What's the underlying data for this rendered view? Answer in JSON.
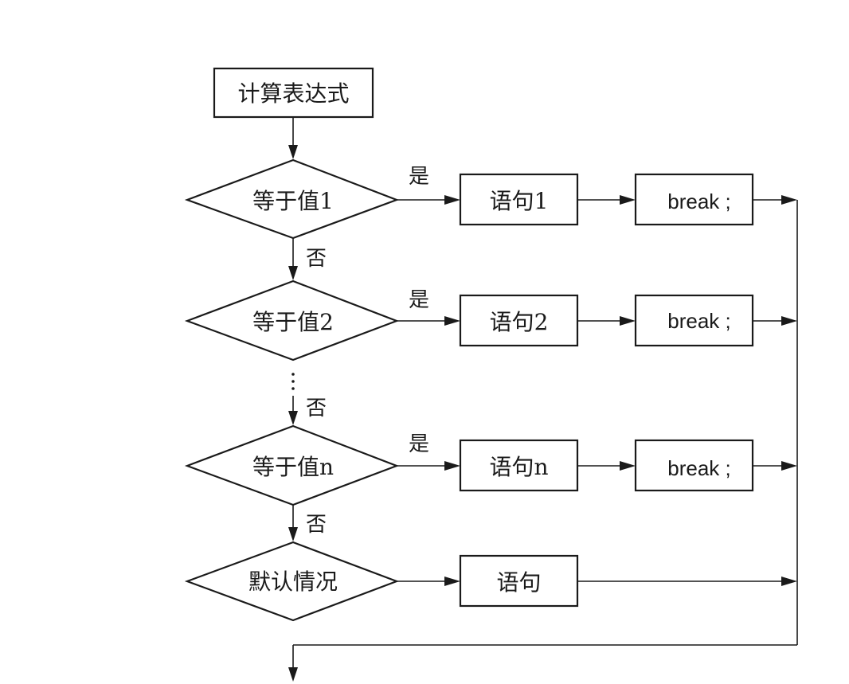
{
  "flowchart": {
    "start": "计算表达式",
    "conditions": [
      {
        "label": "等于值1",
        "yes": "是",
        "no": "否",
        "statement": "语句1",
        "break": "break ;"
      },
      {
        "label": "等于值2",
        "yes": "是",
        "no": "否",
        "statement": "语句2",
        "break": "break ;"
      },
      {
        "label": "等于值n",
        "yes": "是",
        "no": "否",
        "statement": "语句n",
        "break": "break ;"
      }
    ],
    "default": {
      "label": "默认情况",
      "statement": "语句"
    }
  }
}
